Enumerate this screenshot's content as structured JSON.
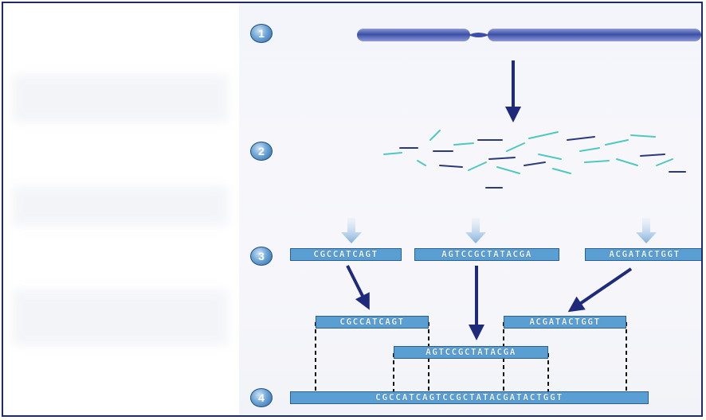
{
  "steps": [
    "1",
    "2",
    "3",
    "4"
  ],
  "fragments": [
    {
      "id": "frag-a",
      "sequence": "CGCCATCAGT"
    },
    {
      "id": "frag-b",
      "sequence": "AGTCCGCTATACGA"
    },
    {
      "id": "frag-c",
      "sequence": "ACGATACTGGT"
    }
  ],
  "aligned": [
    {
      "id": "aligned-a",
      "sequence": "CGCCATCAGT"
    },
    {
      "id": "aligned-b",
      "sequence": "AGTCCGCTATACGA"
    },
    {
      "id": "aligned-c",
      "sequence": "ACGATACTGGT"
    }
  ],
  "assembled": "CGCCATCAGTCCGCTATACGATACTGGT",
  "colors": {
    "chromosome": "#3b4fa6",
    "fragment_bar": "#5a9fd4",
    "arrow": "#1f2b7a",
    "shotgun_piece": "#4fc8c0",
    "gradient_arrow": "#7fb0da",
    "frame": "#1e2a6b"
  }
}
